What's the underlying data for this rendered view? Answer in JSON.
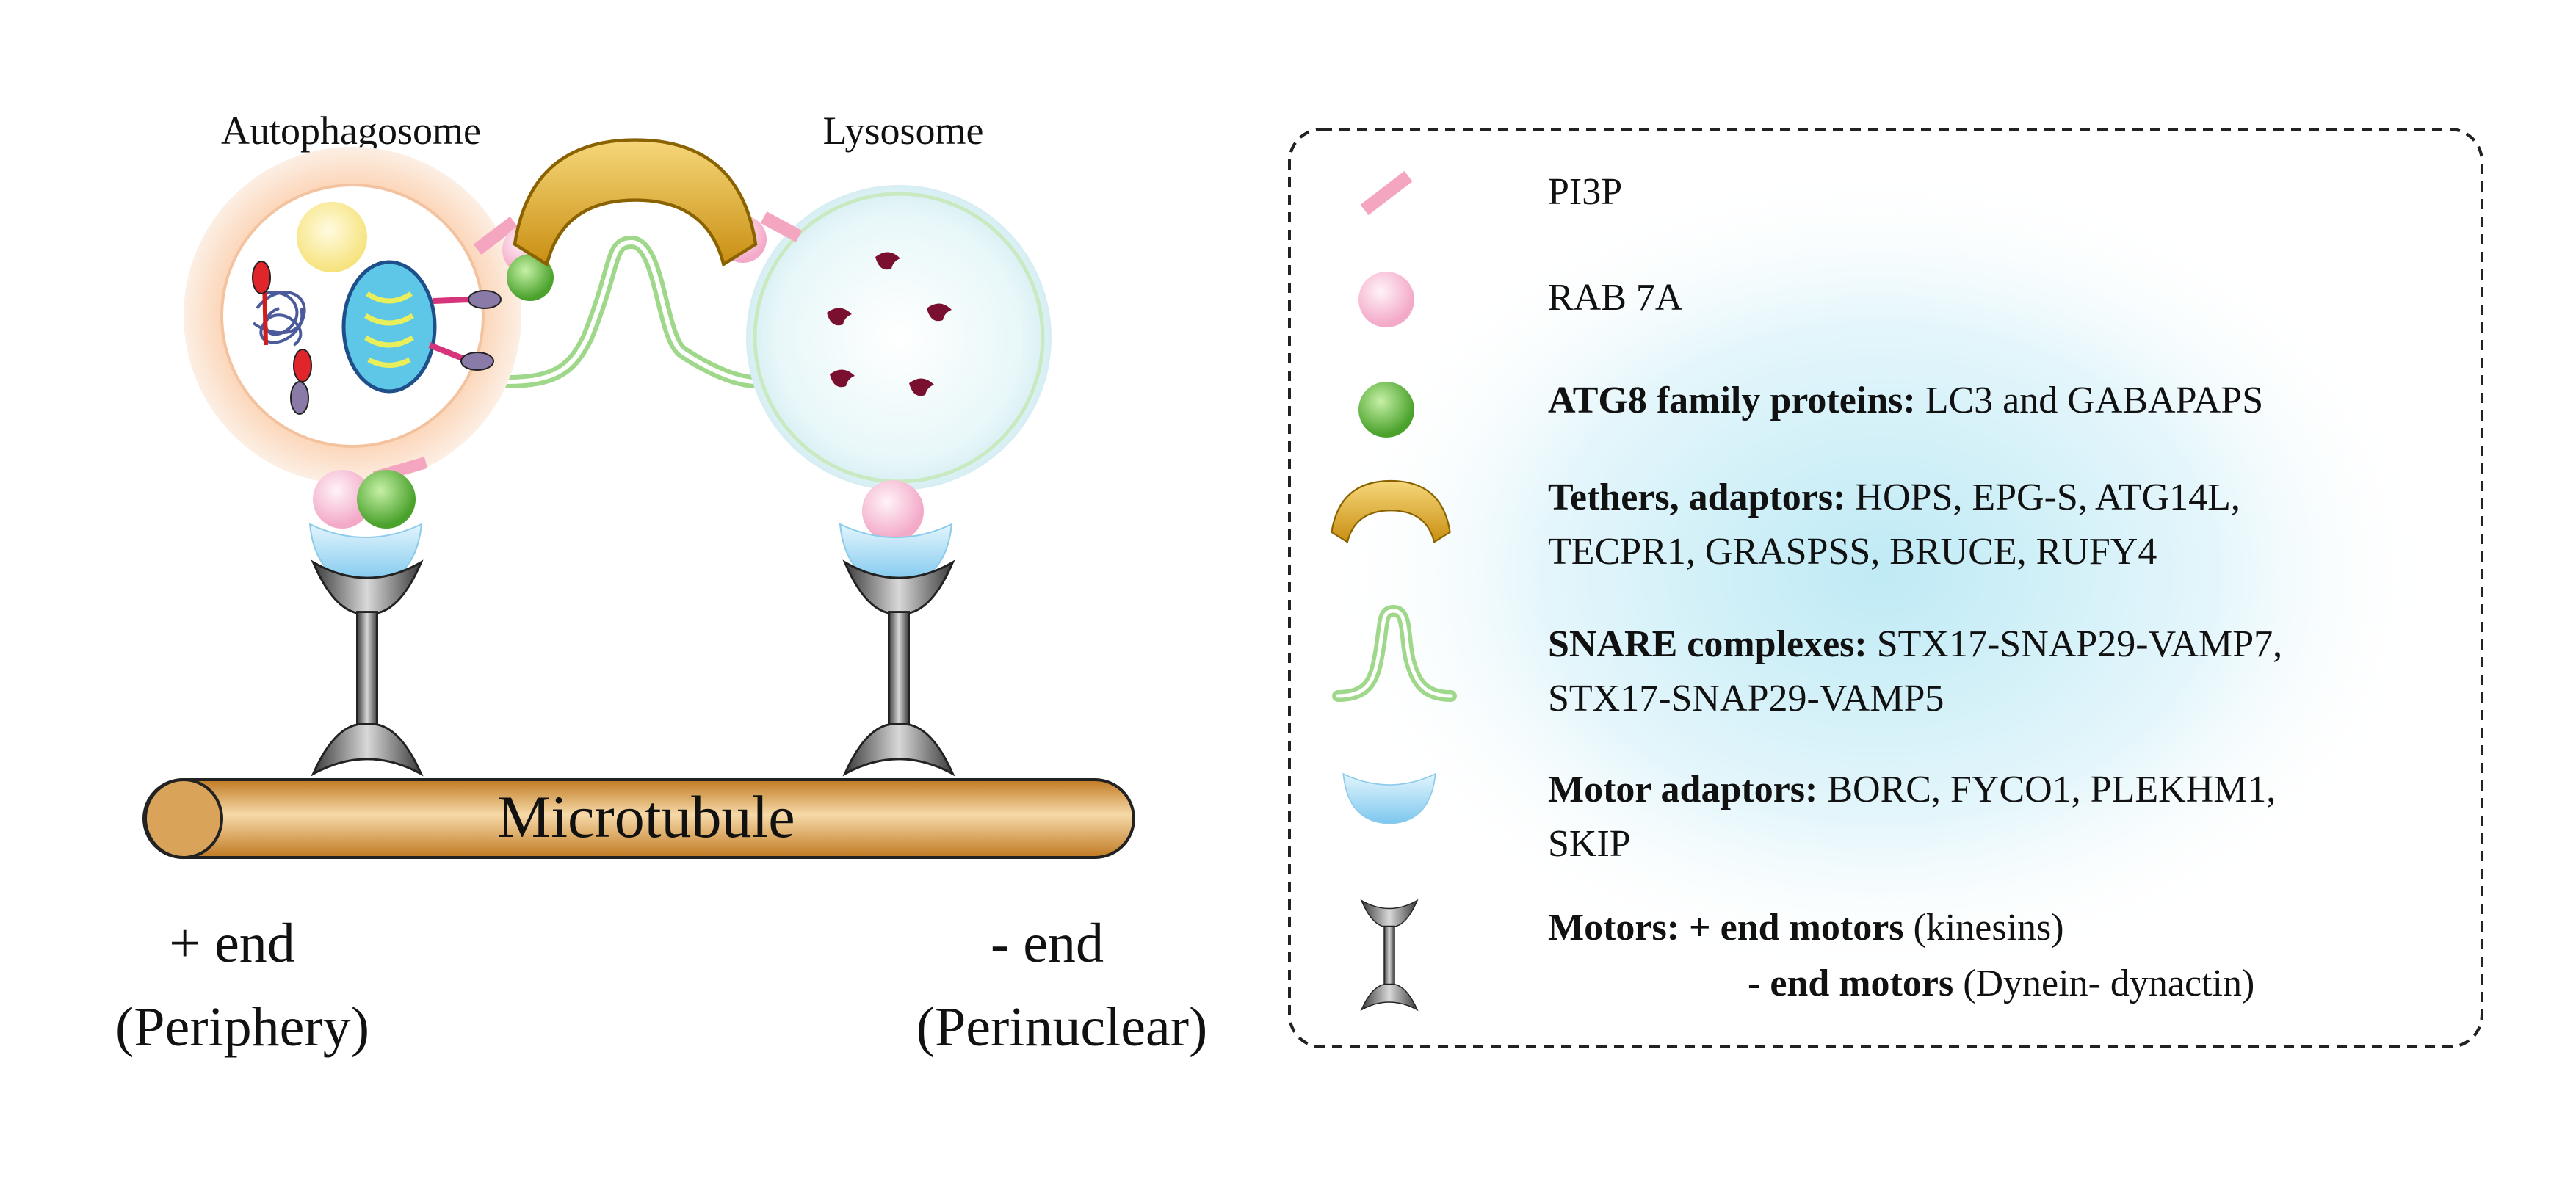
{
  "organelles": {
    "autophagosome": "Autophagosome",
    "lysosome": "Lysosome"
  },
  "microtubule": {
    "label": "Microtubule"
  },
  "ends": {
    "plus_end": "+ end",
    "plus_location": "(Periphery)",
    "minus_end": "- end",
    "minus_location": "(Perinuclear)"
  },
  "legend": {
    "pi3p": {
      "text": "PI3P",
      "icon": "pi3p-rod-icon"
    },
    "rab7a": {
      "text": "RAB 7A",
      "icon": "rab7a-sphere-icon"
    },
    "atg8": {
      "bold": "ATG8 family proteins:",
      "text": " LC3 and GABAPAPS",
      "icon": "atg8-sphere-icon"
    },
    "tethers": {
      "bold": "Tethers, adaptors:",
      "line1": " HOPS, EPG-S, ATG14L,",
      "line2": "TECPR1, GRASPSS, BRUCE, RUFY4",
      "icon": "tether-arc-icon"
    },
    "snare": {
      "bold": "SNARE complexes:",
      "line1": " STX17-SNAP29-VAMP7,",
      "line2": "STX17-SNAP29-VAMP5",
      "icon": "snare-loop-icon"
    },
    "motor_adaptors": {
      "bold": "Motor adaptors:",
      "line1": " BORC, FYCO1, PLEKHM1,",
      "line2": "SKIP",
      "icon": "motor-adaptor-icon"
    },
    "motors": {
      "bold": "Motors:",
      "plus_bold": " + end motors",
      "plus_text": " (kinesins)",
      "minus_bold": "- end motors",
      "minus_text": " (Dynein- dynactin)",
      "icon": "motor-icon"
    }
  },
  "colors": {
    "pi3p": "#f4a6c0",
    "rab7a": "#f7bcd6",
    "atg8": "#6cc04a",
    "tether": "#e0b020",
    "snare": "#9fd88a",
    "motor_adaptor": "#a8dcf5",
    "motor": "#6b6b6b",
    "microtubule": "#d49a4a",
    "autophagosome_membrane": "#fbc9a3",
    "lysosome_membrane": "#d9f1f4",
    "lysosome_cargo": "#7a1030",
    "legend_glow": "#bfeaf5"
  }
}
